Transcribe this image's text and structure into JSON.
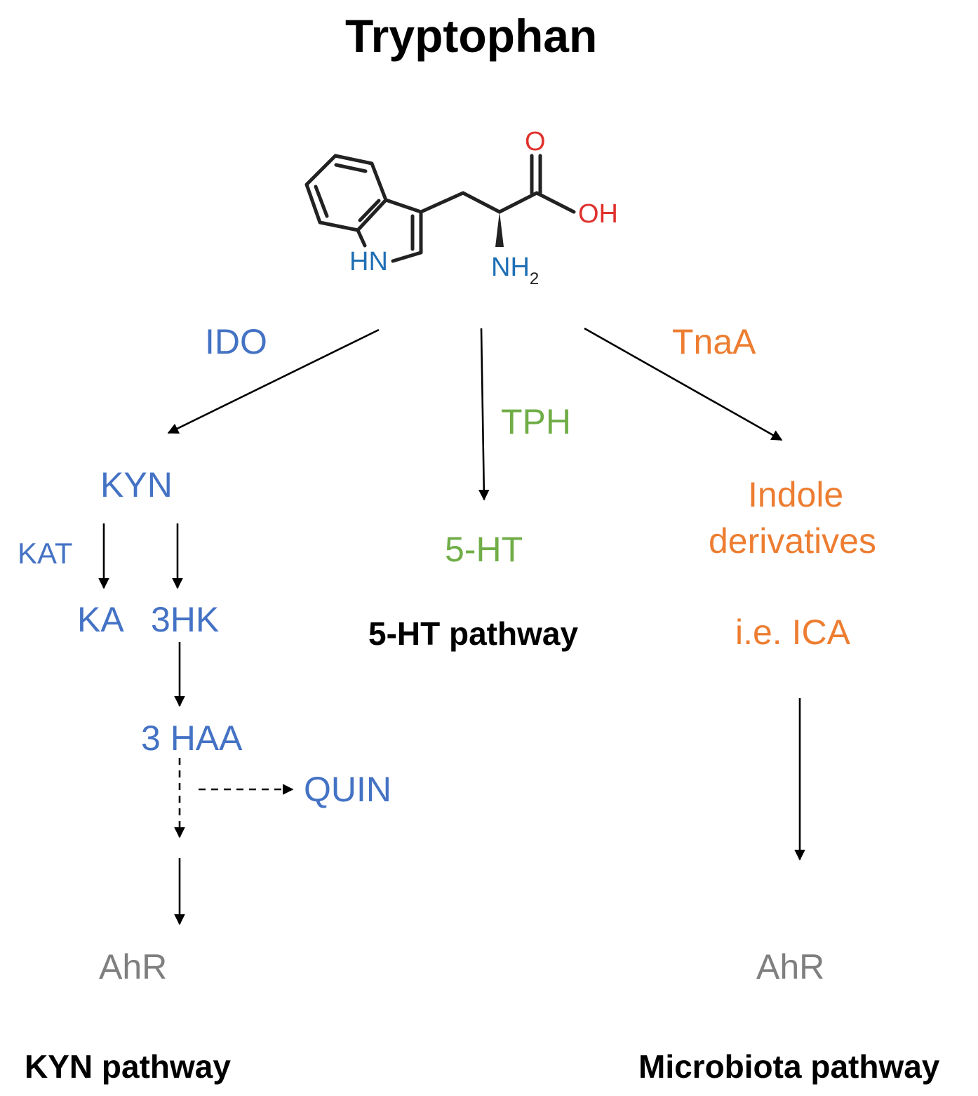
{
  "title": "Tryptophan",
  "molecule": {
    "atom_o": "O",
    "atom_oh": "OH",
    "atom_hn": "HN",
    "atom_nh": "NH",
    "atom_sub2": "2"
  },
  "enzymes": {
    "ido": "IDO",
    "tph": "TPH",
    "tnaa": "TnaA",
    "kat": "KAT"
  },
  "kyn_branch": {
    "kyn": "KYN",
    "ka": "KA",
    "hk3": "3HK",
    "haa3": "3 HAA",
    "quin": "QUIN",
    "ahr": "AhR",
    "pathway": "KYN pathway"
  },
  "ht_branch": {
    "ht5": "5-HT",
    "pathway": "5-HT pathway"
  },
  "microbiota_branch": {
    "indole_line1": "Indole",
    "indole_line2": "derivatives",
    "example": "i.e. ICA",
    "ahr": "AhR",
    "pathway": "Microbiota pathway"
  },
  "colors": {
    "kyn": "#4472C4",
    "ht5": "#70AD47",
    "microbiota": "#ED7D31",
    "receptor": "#7F7F7F",
    "oxygen": "#E0312D",
    "nitrogen": "#1F6FB5",
    "bond": "#222222"
  }
}
